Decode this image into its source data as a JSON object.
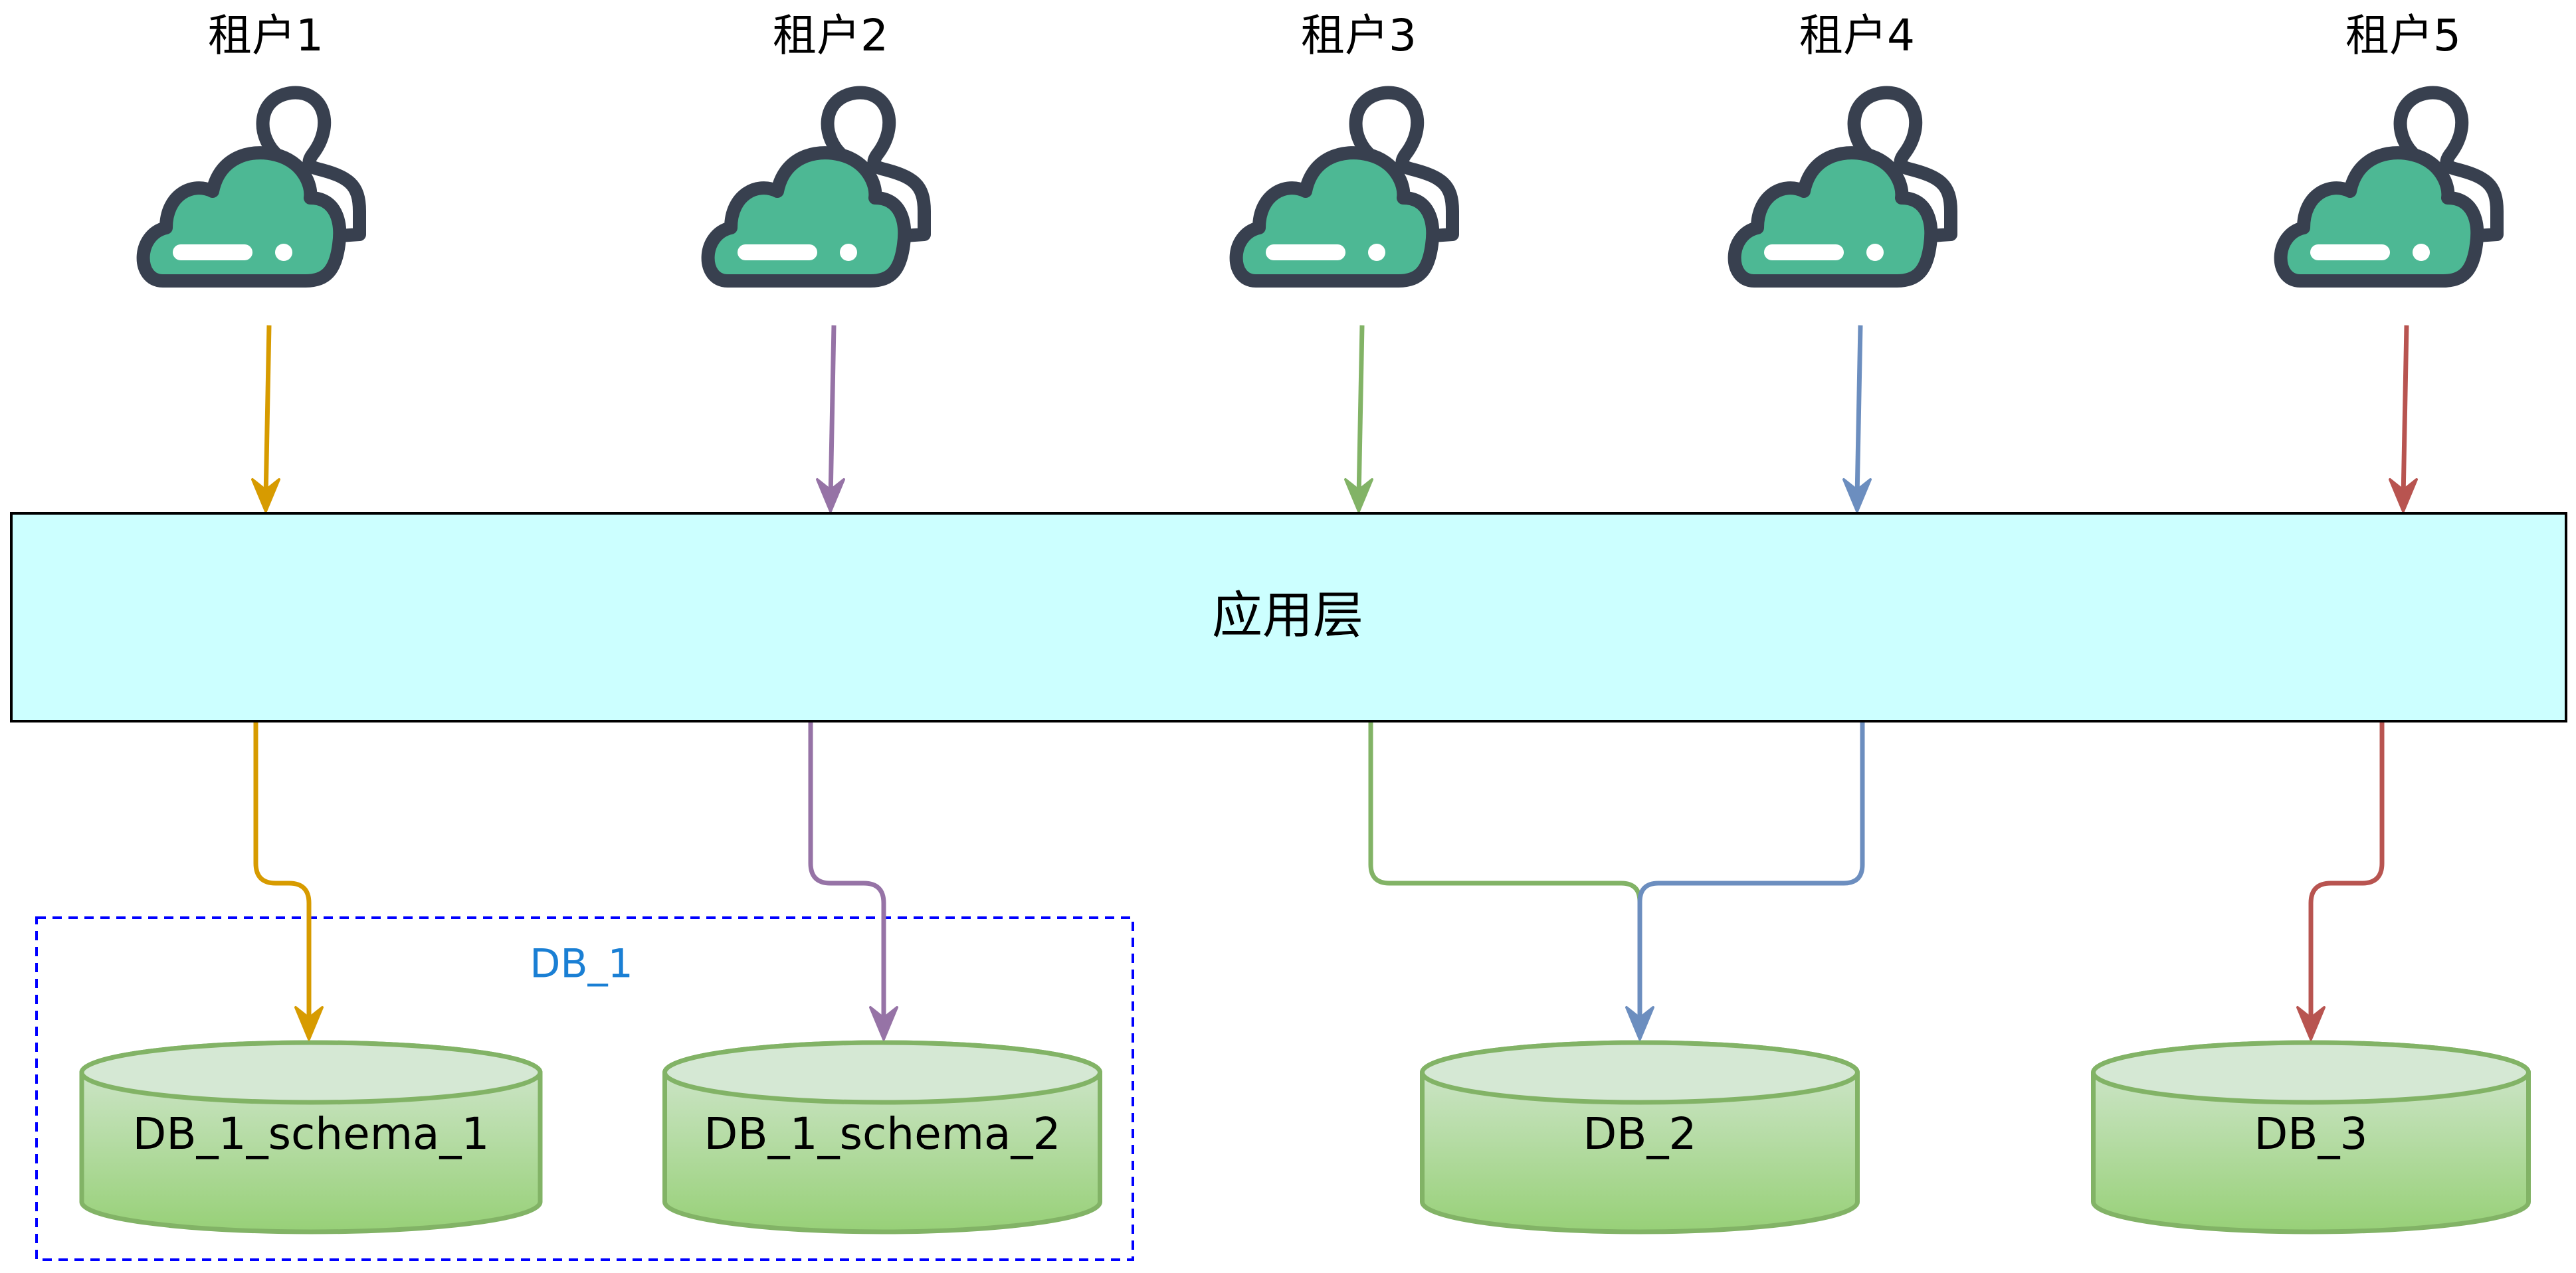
{
  "tenants": [
    {
      "label": "租户1",
      "color": "#d79b00"
    },
    {
      "label": "租户2",
      "color": "#9673a6"
    },
    {
      "label": "租户3",
      "color": "#82b366"
    },
    {
      "label": "租户4",
      "color": "#6c8ebf"
    },
    {
      "label": "租户5",
      "color": "#b85450"
    }
  ],
  "tenant_icon": "cloud-user-icon",
  "app_layer": {
    "label": "应用层",
    "fill": "#ccffff"
  },
  "group": {
    "label": "DB_1",
    "label_color": "#1a7fd4",
    "border_color": "#0000ff"
  },
  "databases": [
    {
      "label": "DB_1_schema_1",
      "fill_top": "#d5e8d4",
      "fill_bottom": "#97d077",
      "stroke": "#82b366"
    },
    {
      "label": "DB_1_schema_2",
      "fill_top": "#d5e8d4",
      "fill_bottom": "#97d077",
      "stroke": "#82b366"
    },
    {
      "label": "DB_2",
      "fill_top": "#d5e8d4",
      "fill_bottom": "#97d077",
      "stroke": "#82b366"
    },
    {
      "label": "DB_3",
      "fill_top": "#d5e8d4",
      "fill_bottom": "#97d077",
      "stroke": "#82b366"
    }
  ],
  "connections": [
    {
      "from": "租户1",
      "to": "DB_1_schema_1"
    },
    {
      "from": "租户2",
      "to": "DB_1_schema_2"
    },
    {
      "from": "租户3",
      "to": "DB_2"
    },
    {
      "from": "租户4",
      "to": "DB_2"
    },
    {
      "from": "租户5",
      "to": "DB_3"
    }
  ]
}
